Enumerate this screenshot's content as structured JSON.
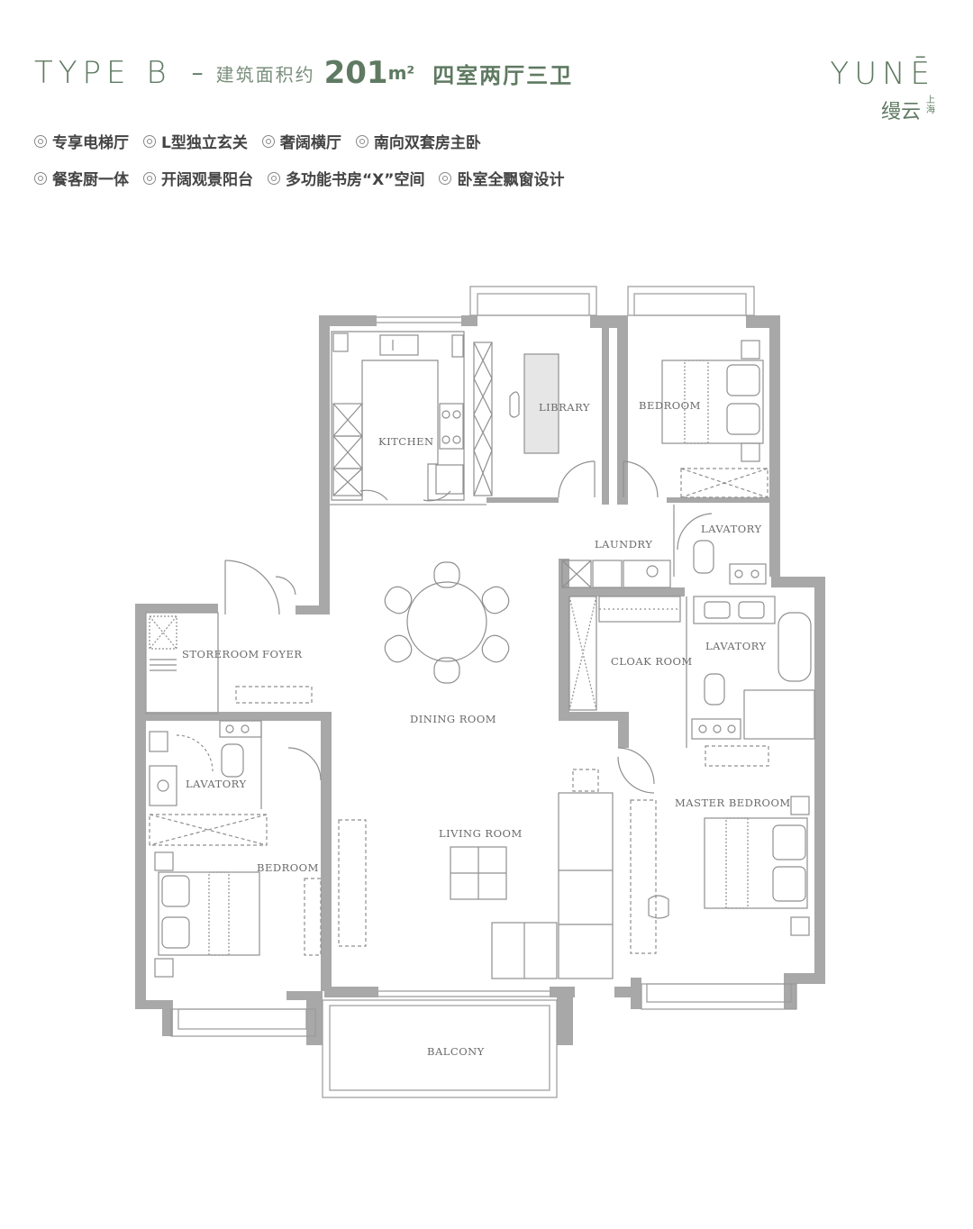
{
  "header": {
    "type_title": "TYPE B",
    "dash": "–",
    "area_label": "建筑面积约",
    "area_value": "201",
    "area_unit": "m²",
    "layout_label": "四室两厅三卫"
  },
  "brand": {
    "name_en": "YUNĒ",
    "name_cn": "缦云",
    "city": "上海"
  },
  "features": {
    "row1": [
      "专享电梯厅",
      "L型独立玄关",
      "奢阔横厅",
      "南向双套房主卧"
    ],
    "row2": [
      "餐客厨一体",
      "开阔观景阳台",
      "多功能书房“X”空间",
      "卧室全飘窗设计"
    ]
  },
  "rooms": {
    "kitchen": "KITCHEN",
    "library": "LIBRARY",
    "bedroom_ne": "BEDROOM",
    "lavatory_ne": "LAVATORY",
    "laundry": "LAUNDRY",
    "storeroom": "STOREROOM",
    "foyer": "FOYER",
    "dining_room": "DINING ROOM",
    "cloak_room": "CLOAK ROOM",
    "lavatory_master": "LAVATORY",
    "lavatory_w": "LAVATORY",
    "living_room": "LIVING ROOM",
    "master_bedroom": "MASTER BEDROOM",
    "bedroom_sw": "BEDROOM",
    "balcony": "BALCONY"
  },
  "colors": {
    "accent": "#5f7a62",
    "wall": "#a8a8a8",
    "line": "#9a9a9a"
  }
}
